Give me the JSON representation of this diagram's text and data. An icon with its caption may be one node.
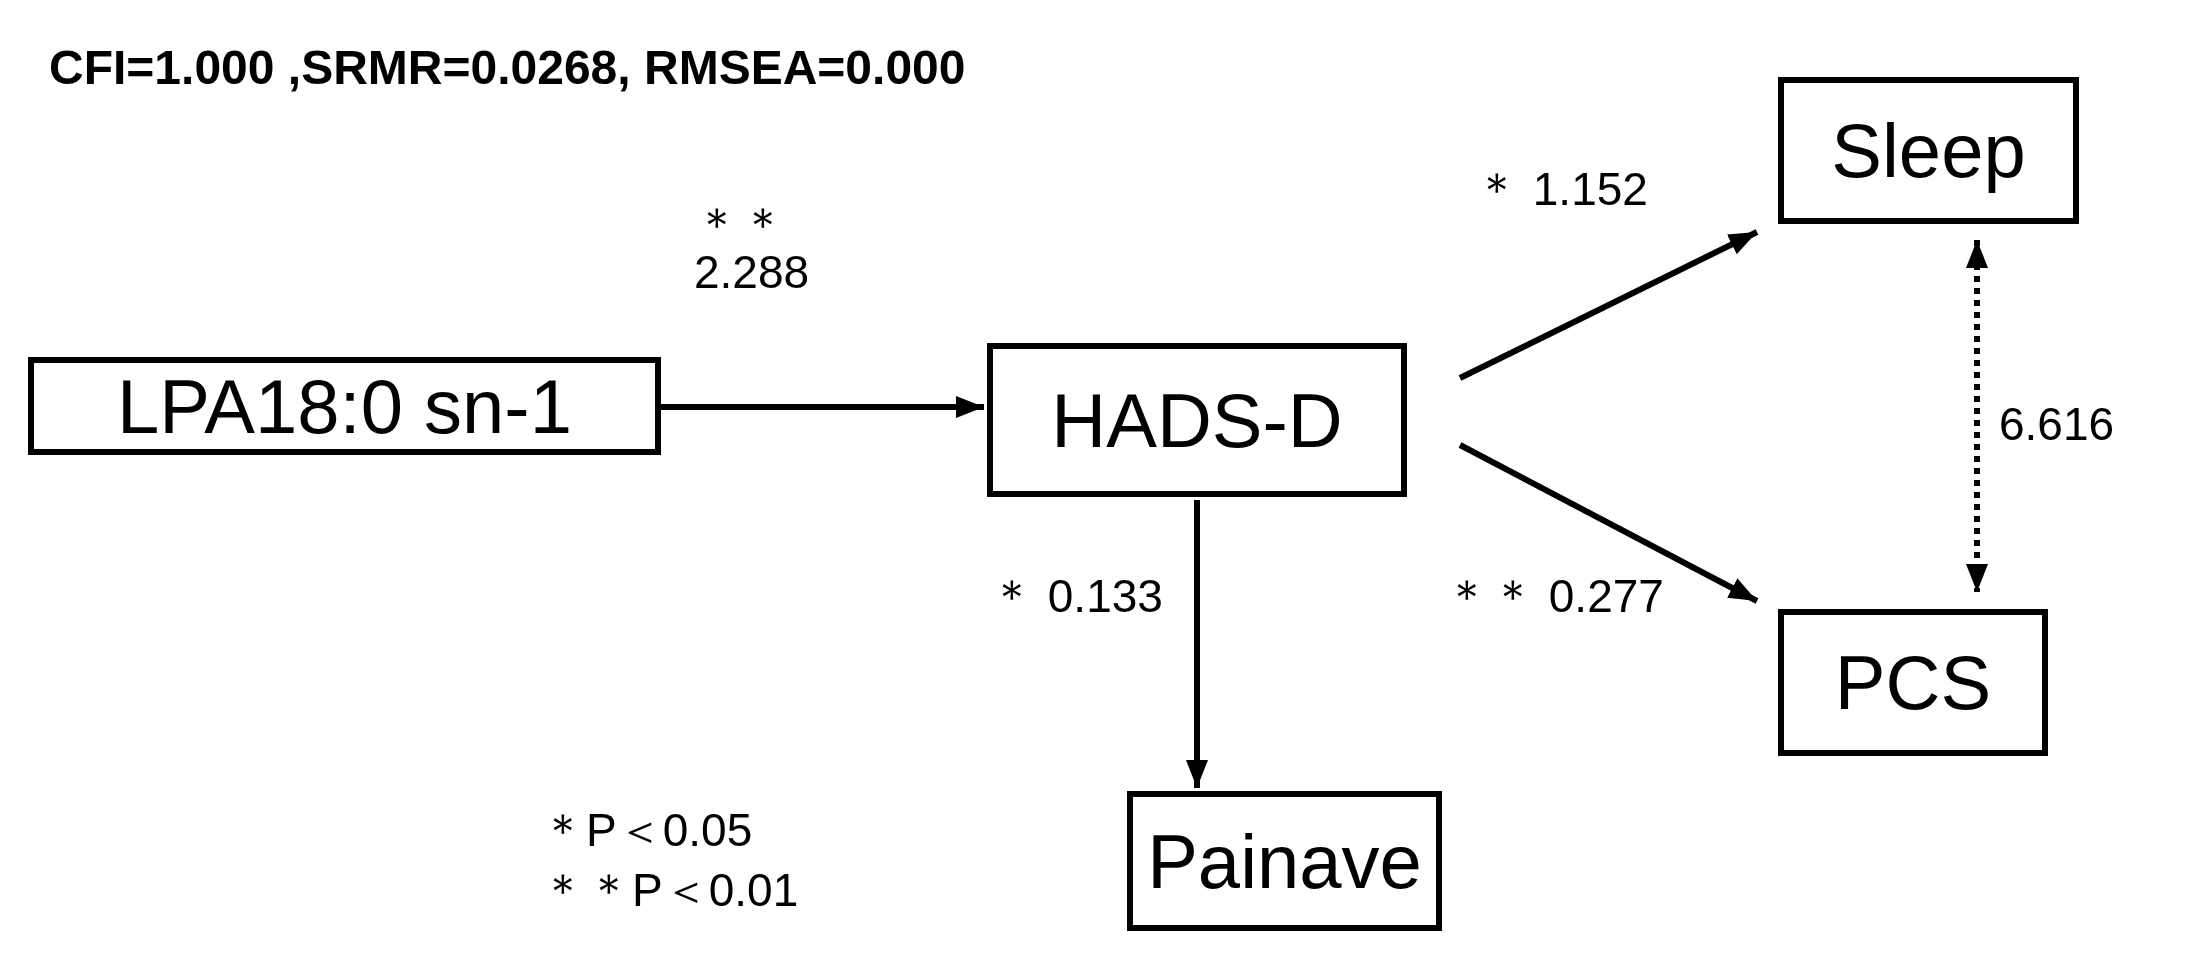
{
  "diagram": {
    "title": "CFI=1.000 ,SRMR=0.0268, RMSEA=0.000",
    "nodes": [
      {
        "text": [
          "LPA18:0 sn-1"
        ]
      },
      {
        "text": [
          "HADS-D"
        ]
      },
      {
        "text": [
          "Sleep"
        ]
      },
      {
        "text": [
          "PCS"
        ]
      },
      {
        "text": [
          "Painave"
        ]
      }
    ],
    "edges": [
      {
        "from": 0,
        "to": 1,
        "arrow": "to",
        "label": "＊＊ 2.288"
      },
      {
        "from": 1,
        "to": 2,
        "arrow": "to",
        "label": "＊ 1.152"
      },
      {
        "from": 1,
        "to": 3,
        "arrow": "to",
        "label": "＊＊ 0.277"
      },
      {
        "from": 1,
        "to": 4,
        "arrow": "to",
        "label": "＊ 0.133"
      },
      {
        "from": 2,
        "to": 3,
        "arrow": "both",
        "label": "6.616",
        "style": "dashed"
      }
    ],
    "labels": [
      "＊P＜0.05",
      "＊＊P＜0.01"
    ]
  }
}
